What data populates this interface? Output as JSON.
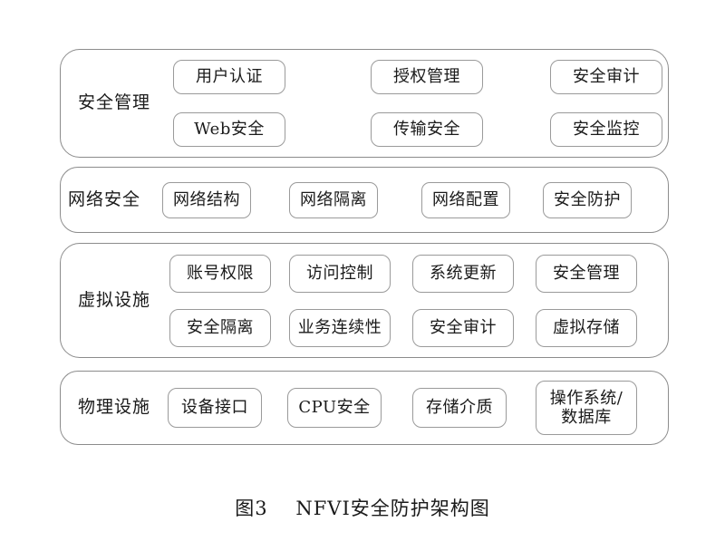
{
  "figure": {
    "caption": "图3    NFVI安全防护架构图",
    "background_color": "#ffffff",
    "border_color": "#8c8c8c",
    "text_color": "#1a1a1a"
  },
  "layers": [
    {
      "id": "security-management",
      "label": "安全管理",
      "rows": [
        [
          "用户认证",
          "授权管理",
          "安全审计"
        ],
        [
          "Web安全",
          "传输安全",
          "安全监控"
        ]
      ]
    },
    {
      "id": "network-security",
      "label": "网络安全",
      "rows": [
        [
          "网络结构",
          "网络隔离",
          "网络配置",
          "安全防护"
        ]
      ]
    },
    {
      "id": "virtual-infrastructure",
      "label": "虚拟设施",
      "rows": [
        [
          "账号权限",
          "访问控制",
          "系统更新",
          "安全管理"
        ],
        [
          "安全隔离",
          "业务连续性",
          "安全审计",
          "虚拟存储"
        ]
      ]
    },
    {
      "id": "physical-infrastructure",
      "label": "物理设施",
      "rows": [
        [
          "设备接口",
          "CPU安全",
          "存储介质",
          "操作系统/\n数据库"
        ]
      ]
    }
  ]
}
